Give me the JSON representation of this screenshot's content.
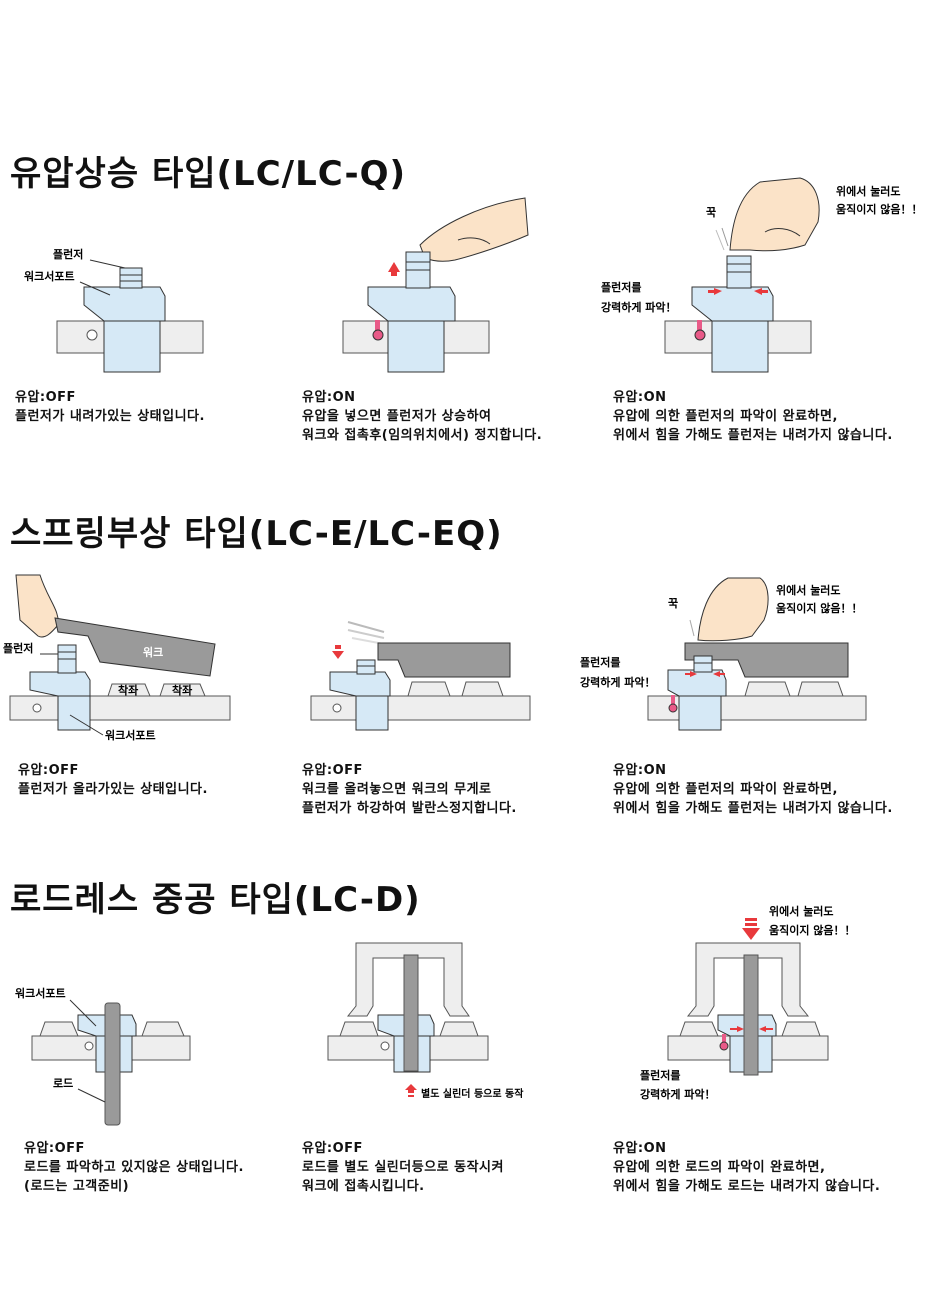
{
  "sections": [
    {
      "title": "유압상승 타입(LC/LC-Q)",
      "panels": [
        {
          "labels": {
            "plunger": "플런저",
            "support": "워크서포트"
          },
          "caption": [
            "유압:OFF",
            "플런저가 내려가있는 상태입니다."
          ]
        },
        {
          "caption": [
            "유압:ON",
            "유압을 넣으면 플런저가 상승하여",
            "워크와 접촉후(임의위치에서) 정지합니다."
          ]
        },
        {
          "labels": {
            "press": "꾹",
            "unmoved_1": "위에서 눌러도",
            "unmoved_2": "움직이지 않음！！",
            "grip_1": "플런저를",
            "grip_2": "강력하게 파악！"
          },
          "caption": [
            "유압:ON",
            "유압에 의한 플런저의 파악이 완료하면,",
            "위에서 힘을 가해도 플런저는 내려가지 않습니다."
          ]
        }
      ]
    },
    {
      "title": "스프링부상 타입(LC-E/LC-EQ)",
      "panels": [
        {
          "labels": {
            "plunger": "플런저",
            "work": "워크",
            "seat_a": "착좌",
            "seat_b": "착좌",
            "support": "워크서포트"
          },
          "caption": [
            "유압:OFF",
            "플런저가 올라가있는 상태입니다."
          ]
        },
        {
          "caption": [
            "유압:OFF",
            "워크를 올려놓으면 워크의 무게로",
            "플런저가 하강하여 발란스정지합니다."
          ]
        },
        {
          "labels": {
            "press": "꾹",
            "unmoved_1": "위에서 눌러도",
            "unmoved_2": "움직이지 않음！！",
            "grip_1": "플런저를",
            "grip_2": "강력하게 파악！"
          },
          "caption": [
            "유압:ON",
            "유압에 의한 플런저의 파악이 완료하면,",
            "위에서 힘을 가해도 플런저는 내려가지 않습니다."
          ]
        }
      ]
    },
    {
      "title": "로드레스 중공 타입(LC-D)",
      "panels": [
        {
          "labels": {
            "support": "워크서포트",
            "rod": "로드"
          },
          "caption": [
            "유압:OFF",
            "로드를 파악하고 있지않은 상태입니다.",
            "(로드는 고객준비)"
          ]
        },
        {
          "labels": {
            "cylinder": "별도 실린더 등으로 동작"
          },
          "caption": [
            "유압:OFF",
            "로드를 별도 실린더등으로 동작시켜",
            "워크에 접촉시킵니다."
          ]
        },
        {
          "labels": {
            "unmoved_1": "위에서 눌러도",
            "unmoved_2": "움직이지 않음！！",
            "grip_1": "플런저를",
            "grip_2": "강력하게 파악！"
          },
          "caption": [
            "유압:ON",
            "유압에 의한 로드의 파악이 완료하면,",
            "위에서 힘을 가해도 로드는 내려가지 않습니다."
          ]
        }
      ]
    }
  ],
  "colors": {
    "base": "#eeeeee",
    "body": "#d6e9f6",
    "outline": "#333333",
    "arrow_red": "#e8393c",
    "pin": "#e95a88",
    "work": "#9a9a9a",
    "hand": "#fbe3c8"
  }
}
